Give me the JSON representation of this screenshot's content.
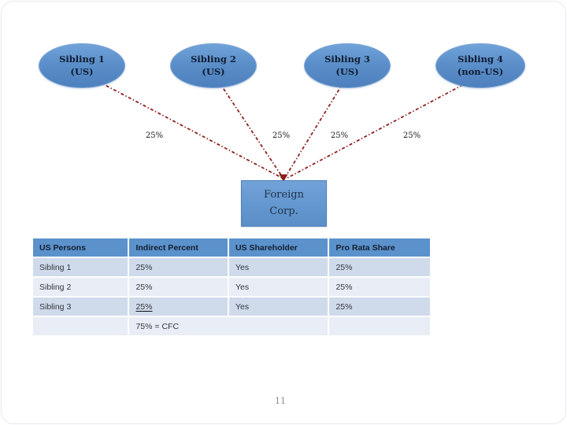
{
  "entities": [
    {
      "label": "Sibling 1",
      "sub": "(US)"
    },
    {
      "label": "Sibling 2",
      "sub": "(US)"
    },
    {
      "label": "Sibling 3",
      "sub": "(US)"
    },
    {
      "label": "Sibling 4",
      "sub": "(non-US)"
    }
  ],
  "ownership_labels": [
    "25%",
    "25%",
    "25%",
    "25%"
  ],
  "target_entity": {
    "line1": "Foreign",
    "line2": "Corp."
  },
  "table": {
    "headers": [
      "US Persons",
      "Indirect Percent",
      "US Shareholder",
      "Pro Rata Share"
    ],
    "rows": [
      {
        "person": "Sibling 1",
        "indirect_percent": "25%",
        "us_shareholder": "Yes",
        "pro_rata_share": "25%"
      },
      {
        "person": "Sibling 2",
        "indirect_percent": "25%",
        "us_shareholder": "Yes",
        "pro_rata_share": "25%"
      },
      {
        "person": "Sibling 3",
        "indirect_percent": "25%",
        "us_shareholder": "Yes",
        "pro_rata_share": "25%"
      }
    ],
    "footer": "75% = CFC"
  },
  "page_number": "11",
  "colors": {
    "shape_fill": "#5b8fc9",
    "shape_text": "#101c30",
    "connector": "#8b1f1f",
    "table_header_bg": "#5b92cc",
    "row_band_dark": "#cfdaeb",
    "row_band_light": "#e9edf5",
    "page_number_text": "#8c8c8c"
  }
}
